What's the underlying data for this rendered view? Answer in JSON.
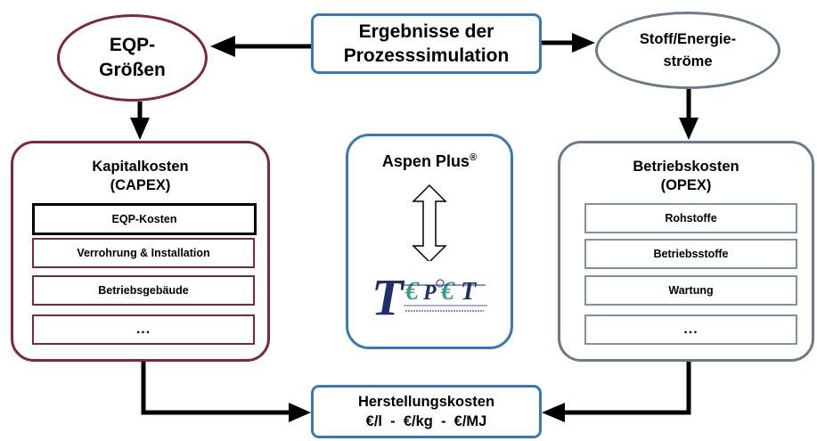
{
  "diagram": {
    "center_top": {
      "line1": "Ergebnisse der",
      "line2": "Prozesssimulation"
    },
    "left_ellipse": {
      "line1": "EQP-",
      "line2": "Größen"
    },
    "right_ellipse": {
      "line1": "Stoff/Energie-",
      "line2": "ströme"
    },
    "capex": {
      "title_line1": "Kapitalkosten",
      "title_line2": "(CAPEX)",
      "items": [
        "EQP-Kosten",
        "Verrohrung & Installation",
        "Betriebsgebäude",
        "..."
      ]
    },
    "opex": {
      "title_line1": "Betriebskosten",
      "title_line2": "(OPEX)",
      "items": [
        "Rohstoffe",
        "Betriebsstoffe",
        "Wartung",
        "..."
      ]
    },
    "software": {
      "title": "Aspen Plus",
      "title_mark": "®",
      "logo_text": "TEPET"
    },
    "result": {
      "line1": "Herstellungskosten",
      "line2": "€/l  -  €/kg  -  €/MJ"
    }
  },
  "colors": {
    "capex_border": "#7b2a3a",
    "opex_border": "#6c7a89",
    "center_border": "#3a78b5",
    "logo_navy": "#1f2f6e",
    "logo_teal": "#3a9a8c"
  }
}
